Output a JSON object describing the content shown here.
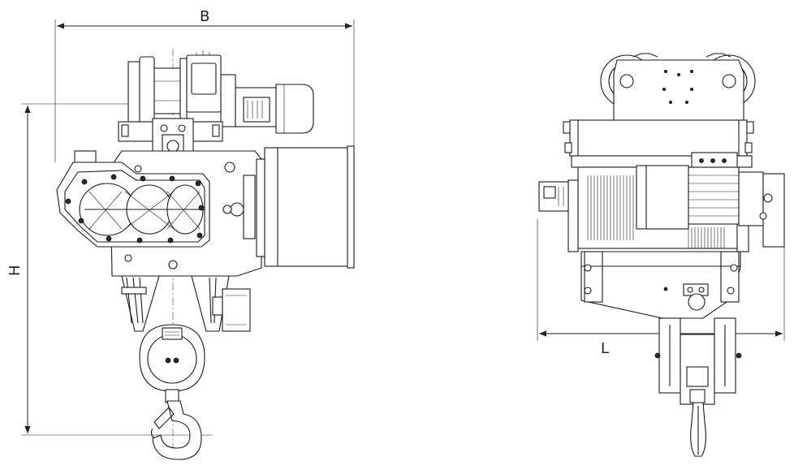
{
  "dimensions": {
    "width_label": "B",
    "height_label": "H",
    "length_label": "L"
  },
  "colors": {
    "line": "#1a1a1a",
    "background": "#ffffff"
  }
}
